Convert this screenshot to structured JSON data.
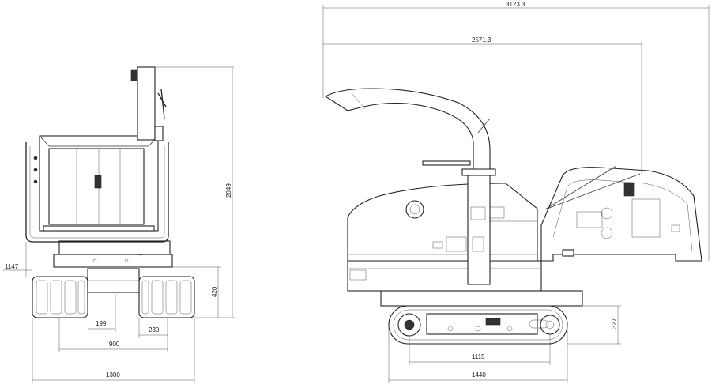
{
  "dimensions": {
    "front": {
      "total_height": "2049",
      "ground_clearance": "1147",
      "track_height": "420",
      "track_gap": "199",
      "track_width": "230",
      "inner_width": "900",
      "overall_width": "1300"
    },
    "side": {
      "overall_length": "3123.3",
      "chute_length": "2571.3",
      "track_height": "327",
      "wheelbase": "1115",
      "track_length": "1440"
    }
  },
  "colors": {
    "line": "#222222",
    "background": "#ffffff"
  }
}
